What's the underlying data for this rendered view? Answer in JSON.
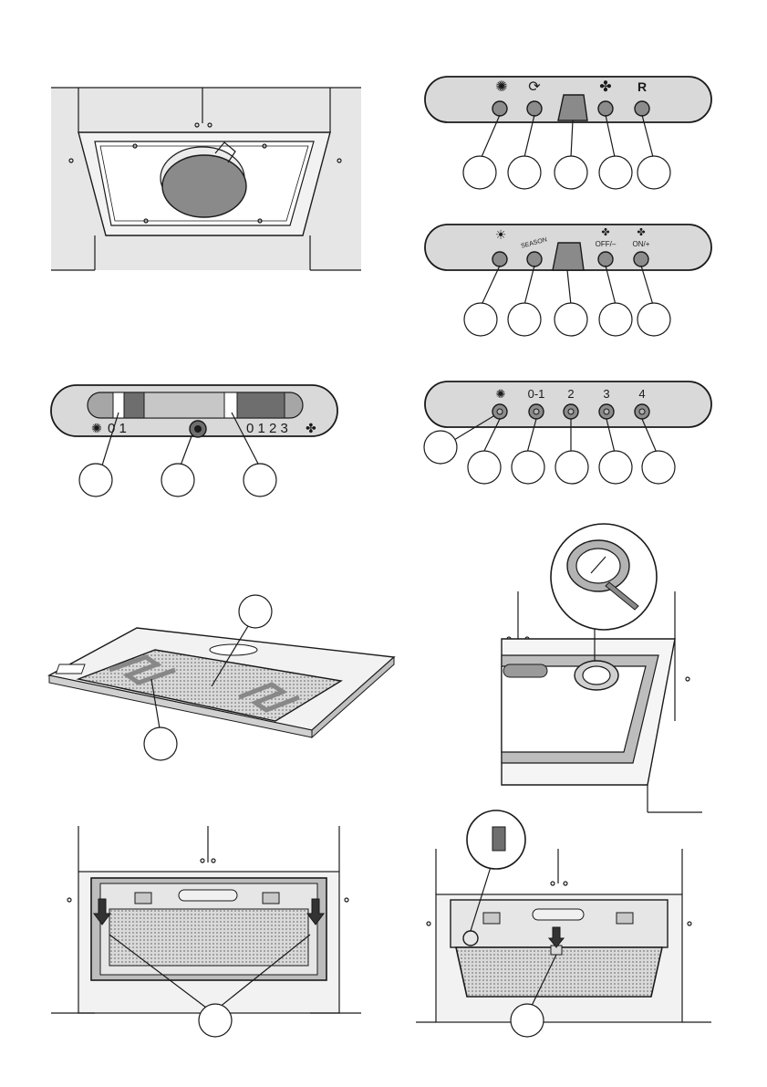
{
  "panel_b": {
    "fan_icon": "fan-icon",
    "reset_label": "R"
  },
  "panel_c": {
    "off_label": "OFF/–",
    "on_label": "ON/+",
    "season_label": "SEASON"
  },
  "panel_d": {
    "speed_labels": [
      "0-1",
      "2",
      "3",
      "4"
    ]
  },
  "panel_slider": {
    "light_scale": "0 1",
    "fan_scale": "0 1 2 3"
  },
  "colors": {
    "panel_fill": "#d9d9d9",
    "button_fill": "#8c8c8c",
    "line": "#1a1a1a",
    "filter_gray": "#9a9a9a"
  }
}
